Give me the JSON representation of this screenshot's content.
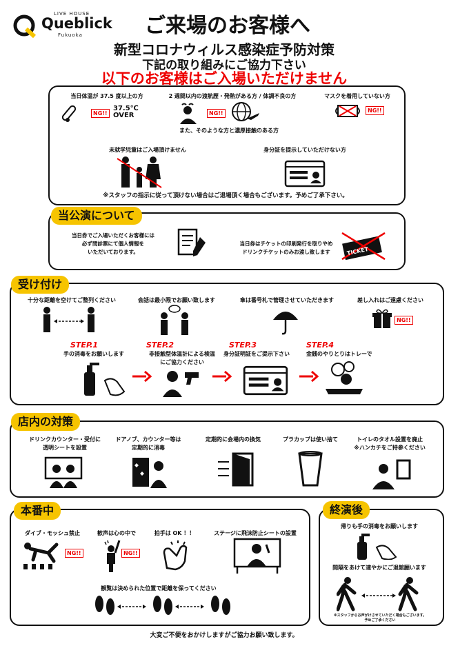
{
  "logo": {
    "small_top": "LIVE HOUSE",
    "name": "Queblick",
    "small_bottom": "Fukuoka"
  },
  "header": {
    "title": "ご来場のお客様へ",
    "subtitle": "新型コロナウィルス感染症予防対策",
    "request": "下記の取り組みにご協力下さい",
    "warning": "以下のお客様はご入場いただけません"
  },
  "entry_refusal": {
    "items": [
      {
        "label": "当日体温が 37.5 度以上の方",
        "ng": "NG!!",
        "temp": "37.5℃\nOVER"
      },
      {
        "label": "2 週間以内の渡航歴・発熱がある方 / 体調不良の方",
        "ng": "NG!!"
      },
      {
        "label": "マスクを着用していない方",
        "ng": "NG!!"
      },
      {
        "label": "未就学児童はご入場頂けません"
      },
      {
        "label": "身分証を提示していただけない方"
      }
    ],
    "contact_note": "また、そのような方と濃厚接触のある方",
    "staff_note": "※スタッフの指示に従って頂けない場合はご退場頂く場合もございます。予めご了承下さい。"
  },
  "performance": {
    "tag": "当公演について",
    "left_text": "当日券でご入場いただくお客様には\n必ず問診票にて個人情報を\nいただいております。",
    "right_text": "当日券はチケットの印刷発行を取りやめ\nドリンクチケットのみお渡し致します",
    "ticket": "TICKET"
  },
  "reception": {
    "tag": "受け付け",
    "items": [
      {
        "label": "十分な距離を空けてご整列ください"
      },
      {
        "label": "会話は最小限でお願い致します"
      },
      {
        "label": "傘は番号札で管理させていただきます"
      },
      {
        "label": "差し入れはご遠慮ください",
        "ng": "NG!!"
      }
    ],
    "steps": [
      {
        "step": "STEP.1",
        "text": "手の消毒をお願いします"
      },
      {
        "step": "STEP.2",
        "text": "非接触型体温計による検温\nにご協力ください"
      },
      {
        "step": "STEP.3",
        "text": "身分証明証をご提示下さい"
      },
      {
        "step": "STEP.4",
        "text": "金銭のやりとりはトレーで"
      }
    ]
  },
  "venue": {
    "tag": "店内の対策",
    "items": [
      {
        "label": "ドリンクカウンター・受付に\n透明シートを設置"
      },
      {
        "label": "ドアノブ、カウンター等は\n定期的に消毒"
      },
      {
        "label": "定期的に会場内の換気"
      },
      {
        "label": "プラカップは使い捨て"
      },
      {
        "label": "トイレのタオル設置を廃止\n※ハンカチをご持参ください"
      }
    ]
  },
  "show": {
    "tag": "本番中",
    "items": [
      {
        "label": "ダイブ・モッシュ禁止",
        "ng": "NG!!"
      },
      {
        "label": "歓声は心の中で",
        "ng": "NG!!"
      },
      {
        "label": "拍手は OK ！！"
      },
      {
        "label": "ステージに飛沫防止シートの設置"
      }
    ],
    "distance": "観覧は決められた位置で距離を保ってください"
  },
  "end": {
    "tag": "終演後",
    "disinfect": "帰りも手の消毒をお願いします",
    "leave": "間隔をあけて速やかにご退館願います",
    "note": "※スタッフからお声がけさせていただく場合もございます。\n予めご了承ください"
  },
  "footer": "大変ご不便をおかけしますがご協力お願い致します。",
  "colors": {
    "accent": "#f6c400",
    "warning": "#e00000",
    "text": "#111111"
  }
}
